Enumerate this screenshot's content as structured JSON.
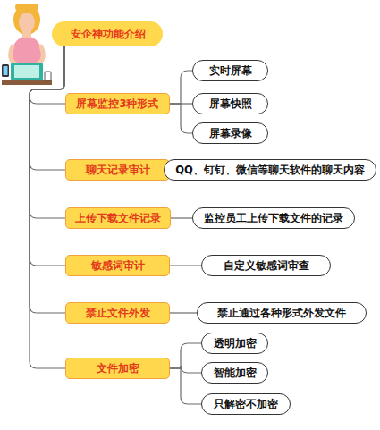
{
  "diagram": {
    "nodes": [
      {
        "text": [
          "安企神功能介绍"
        ]
      },
      {
        "text": [
          "屏幕监控3种形式"
        ]
      },
      {
        "text": [
          "实时屏幕"
        ]
      },
      {
        "text": [
          "屏幕快照"
        ]
      },
      {
        "text": [
          "屏幕录像"
        ]
      },
      {
        "text": [
          "聊天记录审计"
        ]
      },
      {
        "text": [
          "QQ、钉钉、微信等聊天软件的聊天内容"
        ]
      },
      {
        "text": [
          "上传下载文件记录"
        ]
      },
      {
        "text": [
          "监控员工上传下载文件的记录"
        ]
      },
      {
        "text": [
          "敏感词审计"
        ]
      },
      {
        "text": [
          "自定义敏感词审查"
        ]
      },
      {
        "text": [
          "禁止文件外发"
        ]
      },
      {
        "text": [
          "禁止通过各种形式外发文件"
        ]
      },
      {
        "text": [
          "文件加密"
        ]
      },
      {
        "text": [
          "透明加密"
        ]
      },
      {
        "text": [
          "智能加密"
        ]
      },
      {
        "text": [
          "只解密不加密"
        ]
      }
    ],
    "edges": [
      {
        "from": 0,
        "to": 1,
        "arrow": "none"
      },
      {
        "from": 0,
        "to": 5,
        "arrow": "none"
      },
      {
        "from": 0,
        "to": 7,
        "arrow": "none"
      },
      {
        "from": 0,
        "to": 9,
        "arrow": "none"
      },
      {
        "from": 0,
        "to": 11,
        "arrow": "none"
      },
      {
        "from": 0,
        "to": 13,
        "arrow": "none"
      },
      {
        "from": 1,
        "to": 2,
        "arrow": "none"
      },
      {
        "from": 1,
        "to": 3,
        "arrow": "none"
      },
      {
        "from": 1,
        "to": 4,
        "arrow": "none"
      },
      {
        "from": 5,
        "to": 6,
        "arrow": "none"
      },
      {
        "from": 7,
        "to": 8,
        "arrow": "none"
      },
      {
        "from": 9,
        "to": 10,
        "arrow": "none"
      },
      {
        "from": 11,
        "to": 12,
        "arrow": "none"
      },
      {
        "from": 13,
        "to": 14,
        "arrow": "none"
      },
      {
        "from": 13,
        "to": 15,
        "arrow": "none"
      },
      {
        "from": 13,
        "to": 16,
        "arrow": "none"
      }
    ]
  }
}
